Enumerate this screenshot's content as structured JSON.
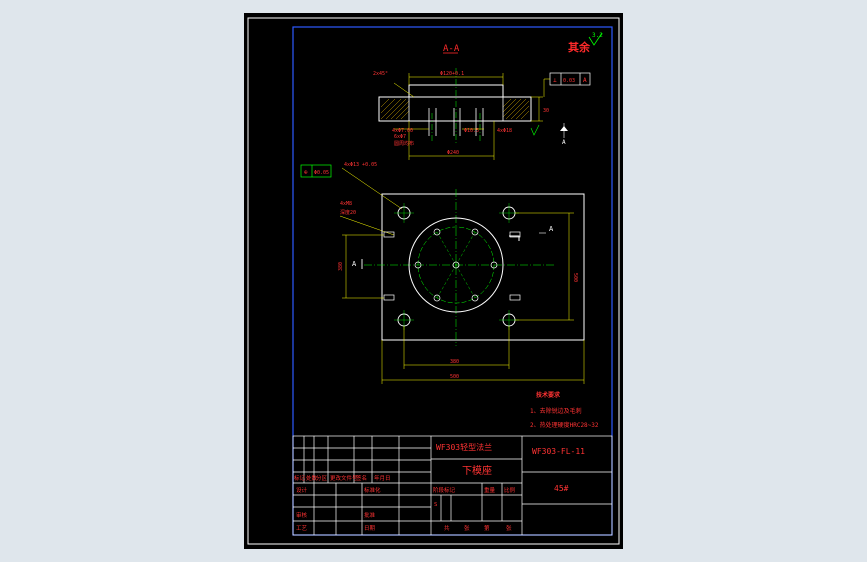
{
  "drawing": {
    "section_label": "A-A",
    "surface_roughness": "3.2",
    "remaining_note": "其余",
    "chamfer": "2x45°",
    "dim_top_dia": "Φ120+0.1",
    "dim_bottom_dia": "Φ240",
    "dim_thickness": "30",
    "dim_hole_left": "4xΦ7.00",
    "dim_hole_mid": "Φ10.5",
    "dim_hole_right": "4xΦ18",
    "dim_small_left": "6xΦ7",
    "note_thread": "圆周均布",
    "geo_tolerance": [
      "⊥",
      "0.03",
      "A"
    ],
    "pos_tolerance": [
      "⊕",
      "Φ0.05"
    ],
    "hole_callout": "4xΦ13 +0.05",
    "hole_callout2": "4xM8",
    "hole_callout3": "深度20",
    "section_mark": "A",
    "dim_plan_width": "500",
    "dim_plan_inner": "380",
    "dim_plan_height": "500",
    "dim_plan_left": "380",
    "tech_title": "技术要求",
    "tech_items": [
      "1、去除锐边及毛刺",
      "2、热处理硬度HRC28~32"
    ]
  },
  "title_block": {
    "part_name_top": "WF303轻型法兰",
    "part_name_bottom": "下模座",
    "drawing_no": "WF303-FL-11",
    "material": "45#",
    "row_labels": [
      "标记",
      "处数",
      "分区",
      "更改文件号",
      "签名",
      "年月日"
    ],
    "sign_labels": [
      "设计",
      "审核",
      "工艺"
    ],
    "std_label": "标准化",
    "approve_label": "批准",
    "date_label": "日期",
    "stage_labels": [
      "阶段标记",
      "重量",
      "比例"
    ],
    "sheet_labels": [
      "共",
      "张",
      "第",
      "张"
    ],
    "scale_value": "S"
  }
}
